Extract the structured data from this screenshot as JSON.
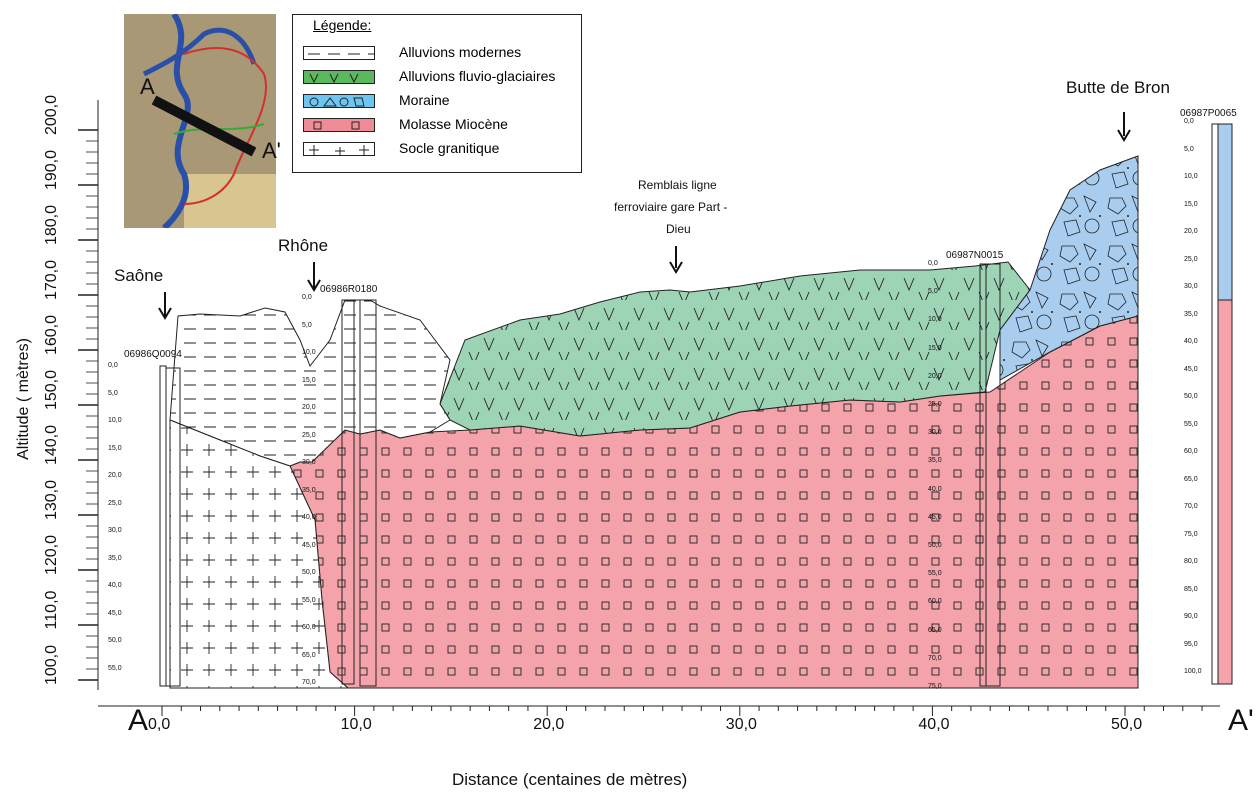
{
  "title_left": "A",
  "title_right": "A'",
  "axes": {
    "ylabel": "Altitude ( mètres)",
    "xlabel": "Distance (centaines de mètres)",
    "y_ticks": [
      "100,0",
      "110,0",
      "120,0",
      "130,0",
      "140,0",
      "150,0",
      "160,0",
      "170,0",
      "180,0",
      "190,0",
      "200,0"
    ],
    "x_ticks": [
      "0,0",
      "10,0",
      "20,0",
      "30,0",
      "40,0",
      "50,0"
    ]
  },
  "legend": {
    "title": "Légende:",
    "items": [
      {
        "label": "Alluvions modernes",
        "color": "#ffffff",
        "pattern": "dashes"
      },
      {
        "label": "Alluvions fluvio-glaciaires",
        "color": "#5cb85c",
        "pattern": "v"
      },
      {
        "label": "Moraine",
        "color": "#6ec6f0",
        "pattern": "shapes"
      },
      {
        "label": "Molasse Miocène",
        "color": "#f08c95",
        "pattern": "squares"
      },
      {
        "label": "Socle granitique",
        "color": "#ffffff",
        "pattern": "crosses"
      }
    ]
  },
  "annotations": {
    "saone": "Saône",
    "rhone": "Rhône",
    "remblais_1": "Remblais ligne",
    "remblais_2": "ferroviaire  gare Part -",
    "remblais_3": "Dieu",
    "butte": "Butte de Bron"
  },
  "boreholes": {
    "b1": {
      "id": "06986Q0094",
      "depths": [
        "0,0",
        "5,0",
        "10,0",
        "15,0",
        "20,0",
        "25,0",
        "30,0",
        "35,0",
        "40,0",
        "45,0",
        "50,0",
        "55,0"
      ]
    },
    "b2": {
      "id": "06986R0180",
      "depths": [
        "0,0",
        "5,0",
        "10,0",
        "15,0",
        "20,0",
        "25,0",
        "30,0",
        "35,0",
        "40,0",
        "45,0",
        "50,0",
        "55,0",
        "60,0",
        "65,0",
        "70,0"
      ]
    },
    "b3": {
      "id": "06987N0015",
      "depths": [
        "0,0",
        "5,0",
        "10,0",
        "15,0",
        "20,0",
        "25,0",
        "30,0",
        "35,0",
        "40,0",
        "45,0",
        "50,0",
        "55,0",
        "60,0",
        "65,0",
        "70,0",
        "75,0"
      ]
    },
    "b4": {
      "id": "06987P0065",
      "depths": [
        "0,0",
        "5,0",
        "10,0",
        "15,0",
        "20,0",
        "25,0",
        "30,0",
        "35,0",
        "40,0",
        "45,0",
        "50,0",
        "55,0",
        "60,0",
        "65,0",
        "70,0",
        "75,0",
        "80,0",
        "85,0",
        "90,0",
        "95,0",
        "100,0"
      ]
    }
  },
  "colors": {
    "molasse": "#f4a3ab",
    "fluvio": "#9dd4b6",
    "moraine": "#a9cdef",
    "alluvions": "#ffffff",
    "socle": "#ffffff"
  }
}
